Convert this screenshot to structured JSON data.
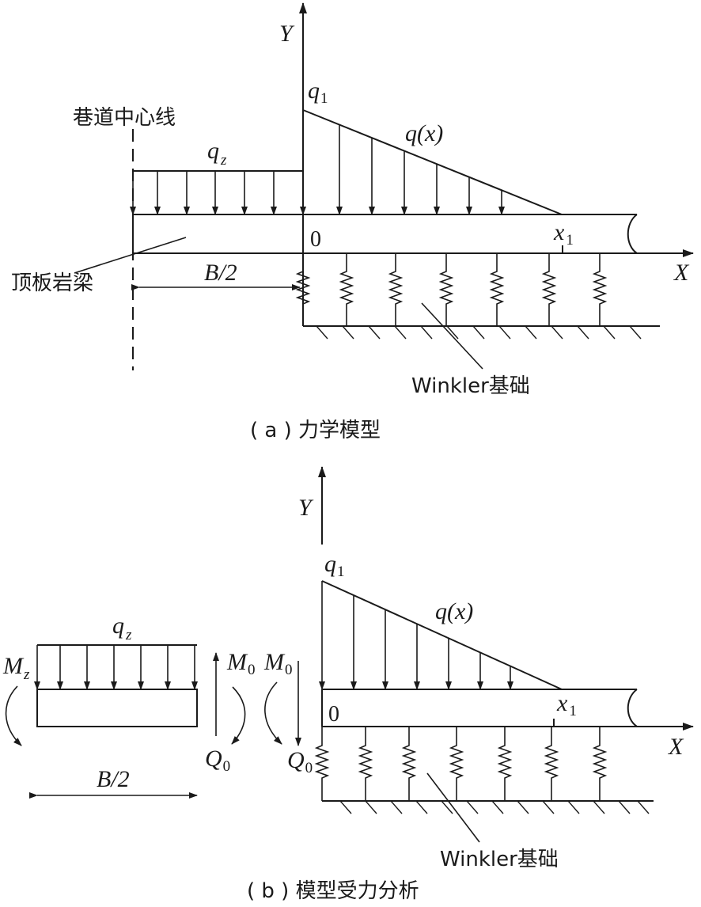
{
  "panel_a": {
    "axis_y": "Y",
    "axis_x": "X",
    "origin": "0",
    "q1_main": "q",
    "q1_sub": "1",
    "qx": "q(x)",
    "qz_main": "q",
    "qz_sub": "z",
    "x1_main": "x",
    "x1_sub": "1",
    "half_width": "B/2",
    "centerline_label": "巷道中心线",
    "roof_beam_label": "顶板岩梁",
    "foundation_label": "Winkler基础",
    "caption": "( a ) 力学模型"
  },
  "panel_b": {
    "axis_y": "Y",
    "axis_x": "X",
    "origin": "0",
    "q1_main": "q",
    "q1_sub": "1",
    "qx": "q(x)",
    "qz_main": "q",
    "qz_sub": "z",
    "x1_main": "x",
    "x1_sub": "1",
    "mz_main": "M",
    "mz_sub": "z",
    "m0_left_main": "M",
    "m0_left_sub": "0",
    "m0_right_main": "M",
    "m0_right_sub": "0",
    "q0_left_main": "Q",
    "q0_left_sub": "0",
    "q0_right_main": "Q",
    "q0_right_sub": "0",
    "half_width": "B/2",
    "foundation_label": "Winkler基础",
    "caption": "( b ) 模型受力分析"
  }
}
